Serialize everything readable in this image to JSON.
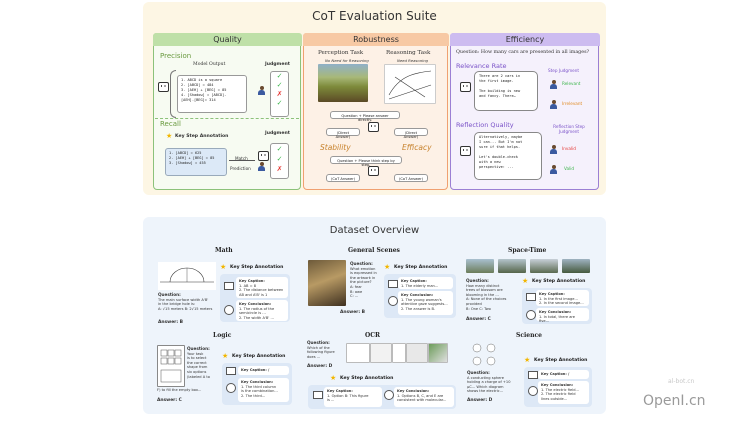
{
  "suite": {
    "title": "CoT Evaluation Suite",
    "quality": {
      "header": "Quality",
      "precision_label": "Precision",
      "model_output_label": "Model Output",
      "judgment_label": "Judgment",
      "model_output_lines": [
        "1. ABCD is a square",
        "2. [ABCD] = 484",
        "3. [AEH] + [BEG] = 85",
        "4. [Shadow] = [ABCD]-",
        "[AEH]-[BEG]= 314"
      ],
      "recall_label": "Recall",
      "key_step_label": "Key Step Annotation",
      "key_step_lines": [
        "1. [ABCD] = 625",
        "2. [AEH] + [BEG] = 85",
        "3. [Shadow] = 455"
      ],
      "match_label": "Match",
      "prediction_label": "Prediction",
      "judgment_label_2": "Judgment"
    },
    "robustness": {
      "header": "Robustness",
      "perception_task": "Perception Task",
      "perception_note": "No Need for Reasoning",
      "reasoning_task": "Reasoning Task",
      "reasoning_note": "Need Reasoning",
      "question_direct": "Question + Please answer directly.",
      "direct_answer": "(Direct Answer)",
      "stability": "Stability",
      "efficacy": "Efficacy",
      "question_step": "Question + Please think step by step.",
      "cot_answer": "(CoT Answer)"
    },
    "efficiency": {
      "header": "Efficiency",
      "question": "Question: How many cars are presented in all images?",
      "relevance_rate": "Relevance Rate",
      "step_judgment": "Step Judgment",
      "bubble1_lines": [
        "There are 2 cars in",
        "the first image.",
        "",
        "The building is new",
        "and fancy. There…"
      ],
      "relevant": "Relevant",
      "irrelevant": "Irrelevant",
      "reflection_quality": "Reflection Quality",
      "reflection_step_judgment": "Reflection Step Judgment",
      "bubble2_lines": [
        "Alternatively, maybe",
        "I can... But I'm not",
        "sure if that helps.",
        "",
        "Let's double-check",
        "with a new",
        "perspective: ..."
      ],
      "invalid": "Invalid",
      "valid": "Valid"
    }
  },
  "overview": {
    "title": "Dataset Overview",
    "math": {
      "title": "Math",
      "key_step": "Key Step Annotation",
      "caption_label": "Key Caption:",
      "caption_lines": [
        "1. AB = 8",
        "2. The distance between",
        "AB and A'B' is 1"
      ],
      "conclusion_label": "Key Conclusion:",
      "conclusion_lines": [
        "1. The radius of the",
        "semicircle is ...",
        "2. The width A'B' ..."
      ],
      "question_label": "Question:",
      "question_lines": [
        "The main surface width A'B'",
        "in the bridge hole is:",
        "A: √15 meters   B: 2√15 meters"
      ],
      "answer": "Answer: B"
    },
    "general": {
      "title": "General Scenes",
      "key_step": "Key Step Annotation",
      "question_lines": [
        "What emotion",
        "is expressed in",
        "the artwork in",
        "the picture?",
        "A: fear",
        "B: awe",
        "C: ..."
      ],
      "question_label": "Question:",
      "caption_label": "Key Caption:",
      "caption_lines": [
        "1. The elderly man..."
      ],
      "conclusion_label": "Key Conclusion:",
      "conclusion_lines": [
        "1. The young woman's",
        "attentive gaze suggests...",
        "2. The answer is B."
      ],
      "answer": "Answer: B"
    },
    "spacetime": {
      "title": "Space-Time",
      "key_step": "Key Step Annotation",
      "question_label": "Question:",
      "question_lines": [
        "How many distinct",
        "trees of blossom are",
        "blooming in the ...",
        "A: None of the choices",
        "provided",
        "B: One    C: Two"
      ],
      "caption_label": "Key Caption:",
      "caption_lines": [
        "1. In the first image...",
        "2. In the second image..."
      ],
      "conclusion_label": "Key Conclusion:",
      "conclusion_lines": [
        "1. In total, there are five..."
      ],
      "answer": "Answer: C"
    },
    "logic": {
      "title": "Logic",
      "key_step": "Key Step Annotation",
      "question_label": "Question:",
      "question_lines": [
        "Your task",
        "is to select",
        "the correct",
        "shape from",
        "six options",
        "(labeled A to",
        "F) to fill the empty box..."
      ],
      "caption_label": "Key Caption: /",
      "conclusion_label": "Key Conclusion:",
      "conclusion_lines": [
        "1. The third column",
        "is the combination...",
        "2. The third..."
      ],
      "answer": "Answer: C"
    },
    "ocr": {
      "title": "OCR",
      "key_step": "Key Step Annotation",
      "question_label": "Question:",
      "question_lines": [
        "Which of the",
        "following figure",
        "does ..."
      ],
      "answer": "Answer: D",
      "caption_label": "Key Caption:",
      "caption_lines": [
        "1. Option B: This figure",
        "is ..."
      ],
      "conclusion_label": "Key Conclusion:",
      "conclusion_lines": [
        "1. Options B, C, and E are",
        "consistent with molecular..."
      ]
    },
    "science": {
      "title": "Science",
      "key_step": "Key Step Annotation",
      "question_label": "Question:",
      "question_lines": [
        "A conducting sphere",
        "holding a charge of +10",
        "μC... Which diagram",
        "shows the electric..."
      ],
      "caption_label": "Key Caption: /",
      "conclusion_label": "Key Conclusion:",
      "conclusion_lines": [
        "1. The electric field...",
        "2. The electric field",
        "lines outside..."
      ],
      "answer": "Answer: D"
    }
  },
  "watermark": {
    "site": "OpenI.cn",
    "small": "al-bot.cn"
  }
}
